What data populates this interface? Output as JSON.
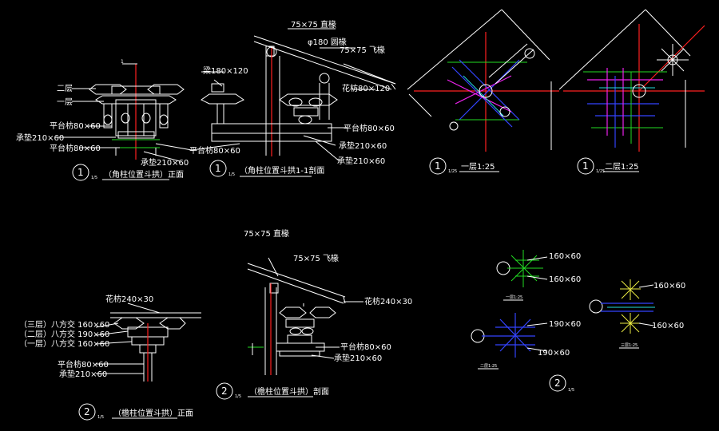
{
  "colors": {
    "background": "#000000",
    "line": "#ffffff",
    "red": "#ff2020",
    "green": "#22dd22",
    "blue": "#3344ff",
    "magenta": "#ee22ee",
    "cyan": "#22dddd",
    "yellow": "#eeee44"
  },
  "d1": {
    "number": "1",
    "scale": "1/5",
    "title": "（角柱位置斗拱）正面",
    "marker": "1",
    "labels": [
      "二层",
      "一层",
      "平台枋80×60",
      "承垫210×60",
      "平台枋80×60",
      "承垫210×60"
    ]
  },
  "d2": {
    "number": "1",
    "scale": "1/5",
    "title": "（角柱位置斗拱1-1剖面",
    "labels": [
      "梁180×120",
      "75×75  直椽",
      "φ180  圆椽",
      "75×75  飞椽",
      "花枋80×120",
      "平台枋80×60",
      "承垫210×60",
      "承垫210×60",
      "平台枋80×60"
    ]
  },
  "d3": {
    "number": "1",
    "scale": "1/25",
    "title": "一层1:25"
  },
  "d4": {
    "number": "1",
    "scale": "1/25",
    "title": "二层1:25"
  },
  "d5": {
    "number": "2",
    "scale": "1/5",
    "title": "（檐柱位置斗拱）正面",
    "labels": [
      "花枋240×30",
      "（三层）八方交 160×60",
      "（二层）八方交 190×60",
      "（一层）八方交 160×60",
      "平台枋80×60",
      "承垫210×60"
    ]
  },
  "d6": {
    "number": "2",
    "scale": "1/5",
    "title": "（檐柱位置斗拱）剖面",
    "labels": [
      "75×75  直椽",
      "75×75  飞椽",
      "花枋240×30",
      "平台枋80×60",
      "承垫210×60"
    ]
  },
  "d7": {
    "number": "2",
    "scale": "1/5",
    "labels": [
      "160×60",
      "160×60",
      "190×60",
      "190×60",
      "160×60",
      "160×60"
    ],
    "sub_titles": [
      "一层1:25",
      "二层1:25",
      "三层1:25"
    ]
  }
}
